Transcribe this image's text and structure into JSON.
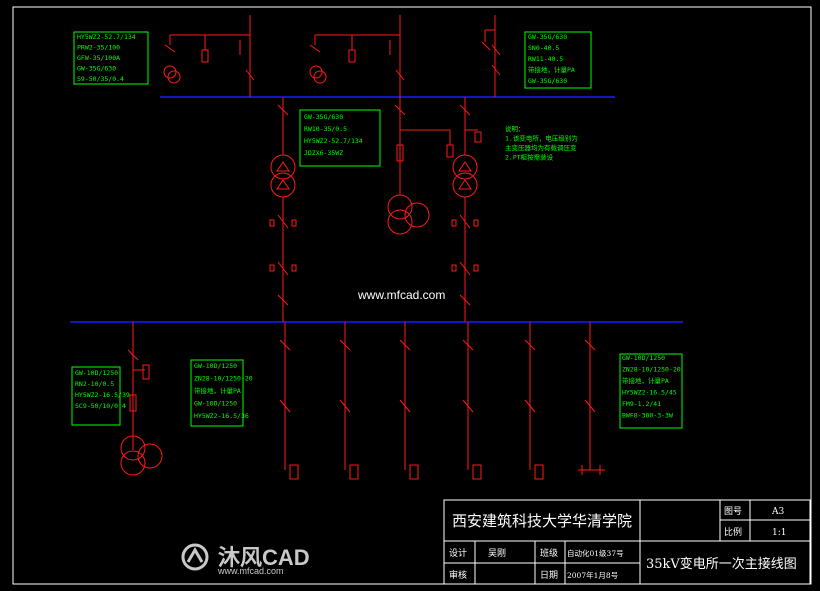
{
  "drawing": {
    "title_block": {
      "institution": "西安建筑科技大学华清学院",
      "drawing_title": "35kV变电所一次主接线图",
      "fig_no_label": "图号",
      "fig_no": "A3",
      "scale_label": "比例",
      "scale": "1:1",
      "designer_label": "设计",
      "designer": "吴刚",
      "class_label": "班级",
      "class_value": "自动化01级37号",
      "review_label": "审核",
      "date_label": "日期",
      "date_value": "2007年1月8号"
    },
    "labels": {
      "top_left": [
        "HY5WZ2-52.7/134",
        "PRW2-35/100",
        "GFW-35/100A",
        "GW-35G/630",
        "S9-50/35/0.4"
      ],
      "top_right": [
        "GW-35G/630",
        "SN0-40.5",
        "RW11-40.5",
        "带接地，计量PA",
        "GW-35G/630"
      ],
      "mid_transformer": [
        "GW-35G/630",
        "RW10-35/0.5",
        "HY5WZ2-52.7/134",
        "JDZX6-35WZ"
      ],
      "notes": [
        "说明：",
        "1.该变电所，电压级别为",
        "主变压器均为有载调压变",
        "2.PT柜按需装设"
      ],
      "bottom_left": [
        "GW-10D/1250",
        "RN2-10/0.5",
        "HY5WZ2-16.5/39",
        "SC9-50/10/0.4"
      ],
      "bottom_mid": [
        "GW-10D/1250",
        "ZN28-10/1250-20",
        "带接地，计量PA",
        "GW-10D/1250",
        "HY5WZ2-16.5/36"
      ],
      "bottom_right": [
        "GW-10D/1250",
        "ZN28-10/1250-20",
        "带接地，计量PA",
        "HY5WZ2-16.5/45",
        "FM9-1.2/41",
        "BWF8-300-3-3W"
      ]
    },
    "watermark": {
      "url": "www.mfcad.com",
      "brand": "沐风CAD",
      "brand_url": "www.mfcad.com"
    },
    "colors": {
      "background": "#000000",
      "circuit": "#ff0000",
      "bus": "#0000ff",
      "label": "#00ff00",
      "frame": "#ffffff"
    }
  }
}
